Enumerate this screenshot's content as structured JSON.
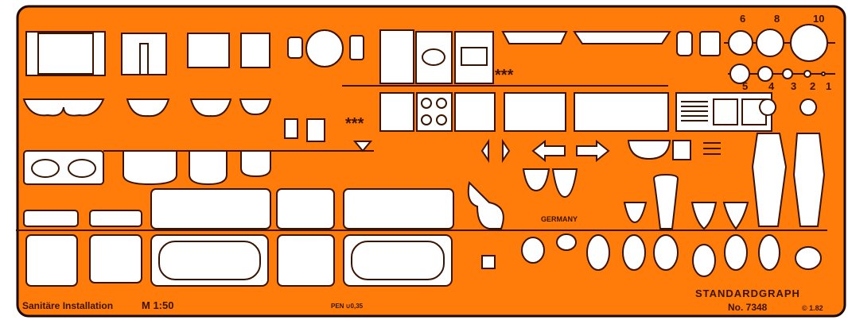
{
  "stencil": {
    "title": "Sanitäre Installation",
    "scale": "M 1:50",
    "pen": "PEN ∪0,35",
    "brand": "STANDARDGRAPH",
    "model": "No. 7348",
    "copyright": "© 1.82",
    "origin": "GERMANY",
    "stars_top": "***",
    "stars_mid": "***",
    "circle_sizes": [
      "6",
      "8",
      "10",
      "5",
      "4",
      "3",
      "2",
      "1"
    ],
    "colors": {
      "plate": "#ff7b0a",
      "outline": "#3a1400",
      "cutout": "#ffffff"
    }
  }
}
